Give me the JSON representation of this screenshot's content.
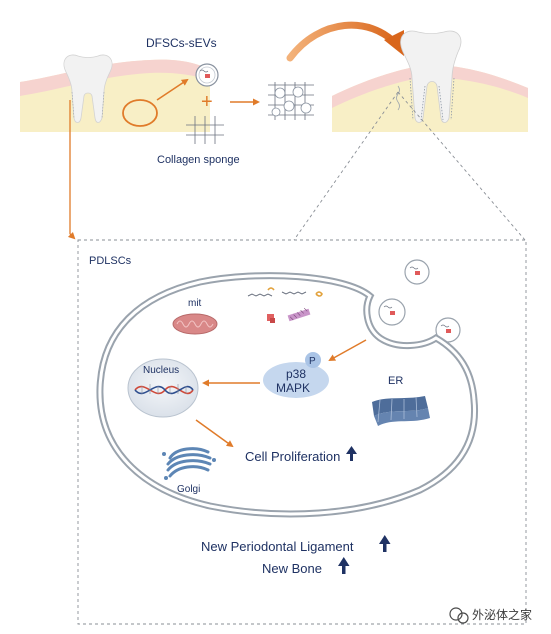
{
  "labels": {
    "dfscs_sevs": "DFSCs-sEVs",
    "plus": "+",
    "collagen_sponge": "Collagen sponge",
    "pdlscs": "PDLSCs",
    "mit": "mit",
    "nucleus": "Nucleus",
    "p": "P",
    "p38": "p38",
    "mapk": "MAPK",
    "er": "ER",
    "golgi": "Golgi",
    "cell_proliferation": "Cell Proliferation",
    "new_pdl": "New Periodontal Ligament",
    "new_bone": "New Bone",
    "watermark": "外泌体之家"
  },
  "colors": {
    "gum_pink": "#f6d3cf",
    "bone_yellow": "#f8efc6",
    "tooth": "#f2f2f2",
    "arrow_orange": "#e07b2a",
    "text_navy": "#1f3263",
    "mito": "#d98888",
    "er_blue": "#4e6d9a",
    "golgi_blue": "#5d86b5",
    "nucleus_fill": "#e7ecf2"
  },
  "icons": {
    "up_arrow": "up-arrow-icon",
    "watermark_logo": "wechat-logo-icon"
  }
}
